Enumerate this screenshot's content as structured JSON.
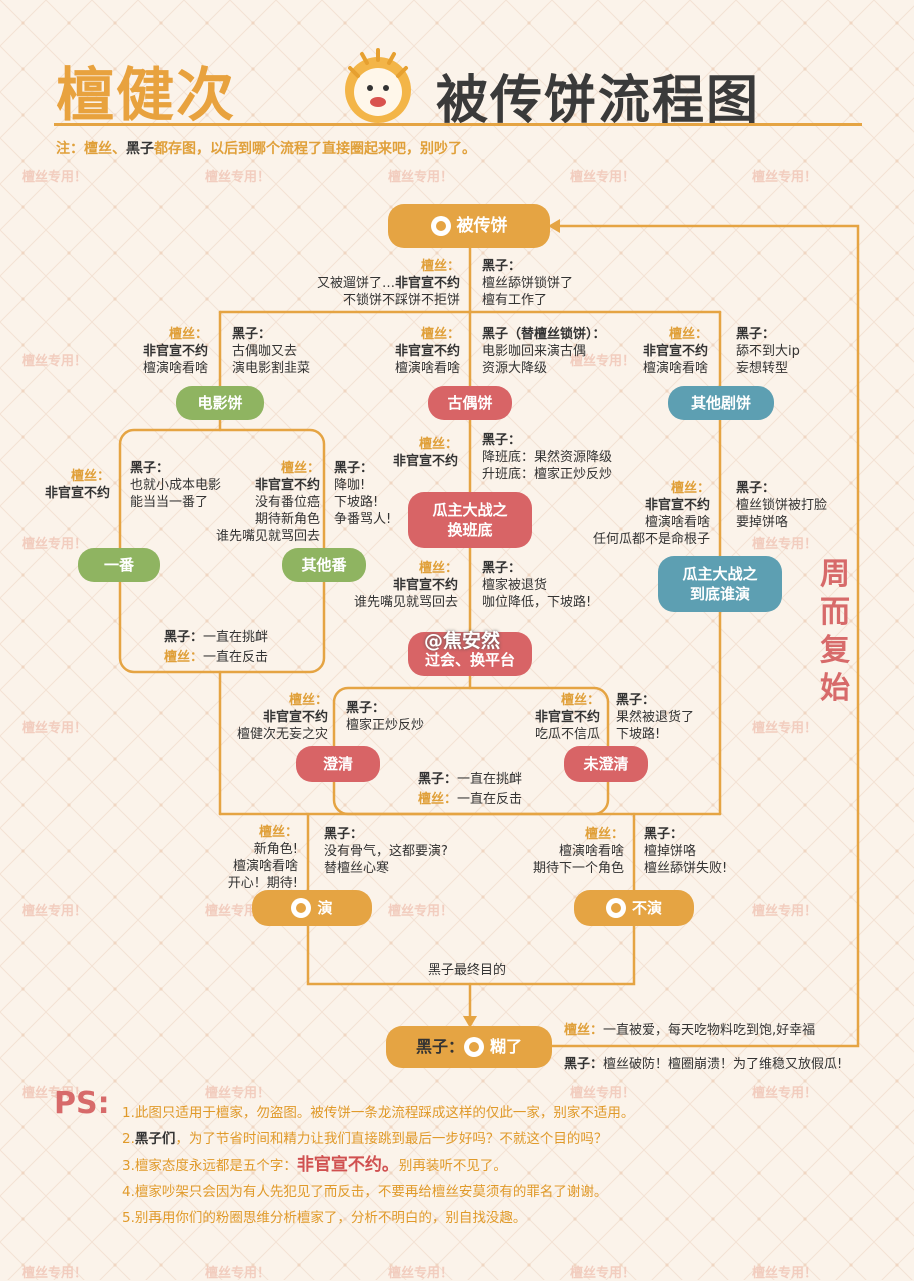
{
  "title": {
    "part1": "檀健次",
    "part2": "被传饼流程图"
  },
  "note": {
    "prefix": "注：",
    "a": "檀丝",
    "sep": "、",
    "b": "黑子",
    "rest": "都存图，以后到哪个流程了直接圈起来吧，别吵了。"
  },
  "watermark": "檀丝专用！",
  "weibo_watermark": "@焦安然",
  "nodes": {
    "start": "被传饼",
    "movie": "电影饼",
    "ancient": "古偶饼",
    "other_drama": "其他剧饼",
    "war1_line1": "瓜主大战之",
    "war1_line2": "换班底",
    "war2_line1": "瓜主大战之",
    "war2_line2": "到底谁演",
    "passed_line1": "过会、换平台",
    "lead": "一番",
    "other_role": "其他番",
    "clarify": "澄清",
    "no_clarify": "未澄清",
    "act": "演",
    "no_act": "不演",
    "end_prefix": "黑子：",
    "end": "糊了"
  },
  "cycle": [
    "周",
    "而",
    "复",
    "始"
  ],
  "labels": {
    "top_left": {
      "tag": "檀丝：",
      "l1": "又被遛饼了…",
      "l1b": "非官宣不约",
      "l2": "不锁饼不踩饼不拒饼"
    },
    "top_right": {
      "tag": "黑子：",
      "l1": "檀丝舔饼锁饼了",
      "l2": "檀有工作了"
    },
    "movie_fan": {
      "tag": "檀丝：",
      "l1": "非官宣不约",
      "l2": "檀演啥看啥"
    },
    "movie_hater": {
      "tag": "黑子：",
      "l1": "古偶咖又去",
      "l2": "演电影割韭菜"
    },
    "ancient_fan": {
      "tag": "檀丝：",
      "l1": "非官宣不约",
      "l2": "檀演啥看啥"
    },
    "ancient_hater": {
      "tag": "黑子（替檀丝锁饼）：",
      "l1": "电影咖回来演古偶",
      "l2": "资源大降级"
    },
    "other_fan": {
      "tag": "檀丝：",
      "l1": "非官宣不约",
      "l2": "檀演啥看啥"
    },
    "other_hater": {
      "tag": "黑子：",
      "l1": "舔不到大ip",
      "l2": "妄想转型"
    },
    "war1_fan": {
      "tag": "檀丝：",
      "l1": "非官宣不约"
    },
    "war1_hater": {
      "tag": "黑子：",
      "l1": "降班底：果然资源降级",
      "l2": "升班底：檀家正炒反炒"
    },
    "lead_fan": {
      "tag": "檀丝：",
      "l1": "非官宣不约"
    },
    "lead_hater": {
      "tag": "黑子：",
      "l1": "也就小成本电影",
      "l2": "能当当一番了"
    },
    "role_fan": {
      "tag": "檀丝：",
      "l1": "非官宣不约",
      "l2": "没有番位癌",
      "l3": "期待新角色",
      "l4": "谁先嘴见就骂回去"
    },
    "role_hater": {
      "tag": "黑子：",
      "l1": "降咖!",
      "l2": "下坡路!",
      "l3": "争番骂人!"
    },
    "war2_fan": {
      "tag": "檀丝：",
      "l1": "非官宣不约",
      "l2": "檀演啥看啥",
      "l3": "任何瓜都不是命根子"
    },
    "war2_hater": {
      "tag": "黑子：",
      "l1": "檀丝锁饼被打脸",
      "l2": "要掉饼咯"
    },
    "pass_fan": {
      "tag": "檀丝：",
      "l1": "非官宣不约",
      "l2": "谁先嘴见就骂回去"
    },
    "pass_hater": {
      "tag": "黑子：",
      "l1": "檀家被退货",
      "l2": "咖位降低，下坡路!"
    },
    "lower_left": {
      "tag1": "黑子：",
      "t1": "一直在挑衅",
      "tag2": "檀丝：",
      "t2": "一直在反击"
    },
    "clarify_fan": {
      "tag": "檀丝：",
      "l1": "非官宣不约",
      "l2": "檀健次无妄之灾"
    },
    "clarify_hater": {
      "tag": "黑子：",
      "l1": "檀家正炒反炒"
    },
    "noclar_fan": {
      "tag": "檀丝：",
      "l1": "非官宣不约",
      "l2": "吃瓜不信瓜"
    },
    "noclar_hater": {
      "tag": "黑子：",
      "l1": "果然被退货了",
      "l2": "下坡路!"
    },
    "middle": {
      "tag1": "黑子：",
      "t1": "一直在挑衅",
      "tag2": "檀丝：",
      "t2": "一直在反击"
    },
    "act_fan": {
      "tag": "檀丝：",
      "l1": "新角色!",
      "l2": "檀演啥看啥",
      "l3": "开心！期待!"
    },
    "act_hater": {
      "tag": "黑子：",
      "l1": "没有骨气，这都要演?",
      "l2": "替檀丝心寒"
    },
    "noact_fan": {
      "tag": "檀丝：",
      "l1": "檀演啥看啥",
      "l2": "期待下一个角色"
    },
    "noact_hater": {
      "tag": "黑子：",
      "l1": "檀掉饼咯",
      "l2": "檀丝舔饼失败!"
    },
    "goal": "黑子最终目的",
    "end_fan": {
      "tag": "檀丝：",
      "t": "一直被爱，每天吃物料吃到饱,好幸福"
    },
    "end_hater": {
      "tag": "黑子：",
      "t": "檀丝破防！檀圈崩溃！为了维稳又放假瓜!"
    }
  },
  "ps": {
    "label": "PS:",
    "l1": "1.此图只适用于檀家，勿盗图。被传饼一条龙流程踩成这样的仅此一家，别家不适用。",
    "l2a": "2.",
    "l2b": "黑子们",
    "l2c": "，为了节省时间和精力让我们直接跳到最后一步好吗？不就这个目的吗？",
    "l3a": "3.檀家态度永远都是五个字：",
    "l3b": "非官宣不约。",
    "l3c": "别再装听不见了。",
    "l4": "4.檀家吵架只会因为有人先犯见了而反击，不要再给檀丝安莫须有的罪名了谢谢。",
    "l5": "5.别再用你们的粉圈思维分析檀家了，分析不明白的，别自找没趣。"
  },
  "colors": {
    "orange": "#e5a443",
    "green": "#8fb461",
    "blue": "#5d9fb2",
    "red": "#d86466",
    "bg": "#fbf3ea"
  }
}
